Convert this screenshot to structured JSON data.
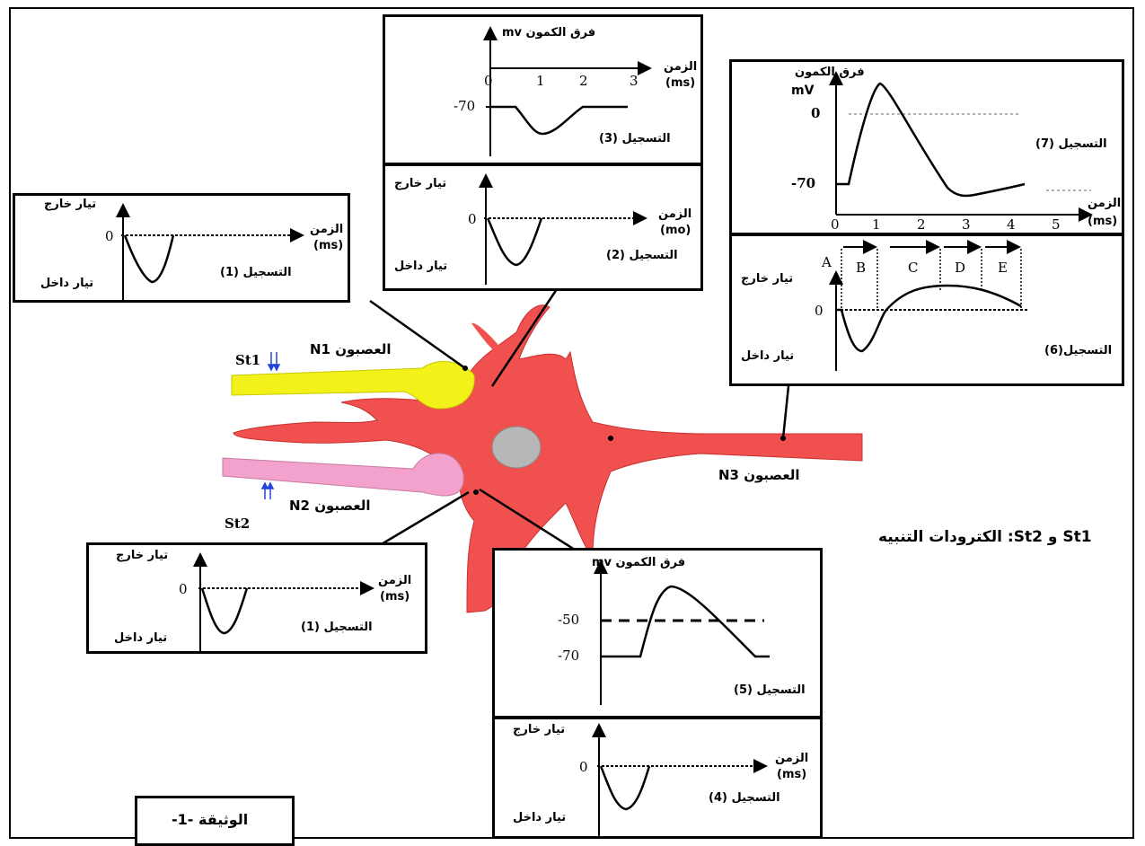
{
  "neurons": {
    "n1": "العصبون N1",
    "n2": "العصبون N2",
    "n3": "العصبون N3",
    "st1": "St1",
    "st2": "St2",
    "electrodes_caption": "St1 و St2: الكترودات التنبيه",
    "colors": {
      "body": "#f0504e",
      "n1": "#f2f21a",
      "n2": "#f2a2cc",
      "nucleus": "#b7b7b7"
    }
  },
  "doc_label": "الوثيقة -1-",
  "recording1_top": {
    "outward": "تيار خارج",
    "inward": "تيار داخل",
    "zero": "0",
    "time": "الزمن",
    "unit": "(ms)",
    "caption": "التسجيل (1)"
  },
  "recording1_bottom": {
    "outward": "تيار خارج",
    "inward": "تيار داخل",
    "zero": "0",
    "time": "الزمن",
    "unit": "(ms)",
    "caption": "التسجيل (1)"
  },
  "recording2": {
    "outward": "تيار خارج",
    "inward": "تيار داخل",
    "zero": "0",
    "time": "الزمن",
    "unit": "(mo)",
    "caption": "التسجيل (2)"
  },
  "recording3": {
    "ylabel": "فرق الكمون mv",
    "time": "الزمن",
    "unit": "(ms)",
    "ticks": [
      "0",
      "1",
      "2",
      "3"
    ],
    "level": "-70",
    "caption": "التسجيل (3)"
  },
  "recording4": {
    "outward": "تيار خارج",
    "inward": "تيار داخل",
    "zero": "0",
    "time": "الزمن",
    "unit": "(ms)",
    "caption": "التسجيل (4)"
  },
  "recording5": {
    "ylabel": "فرق الكمون mv",
    "threshold": "-50",
    "rest": "-70",
    "caption": "التسجيل (5)"
  },
  "recording6": {
    "outward": "تيار خارج",
    "inward": "تيار داخل",
    "zero": "0",
    "phases": [
      "A",
      "B",
      "C",
      "D",
      "E"
    ],
    "caption": "التسجيل(6)"
  },
  "recording7": {
    "ylabel": "فرق الكمون",
    "unit_y": "mV",
    "zero": "0",
    "rest": "-70",
    "time": "الزمن",
    "unit": "(ms)",
    "ticks": [
      "0",
      "1",
      "2",
      "3",
      "4",
      "5"
    ],
    "caption": "التسجيل (7)"
  }
}
